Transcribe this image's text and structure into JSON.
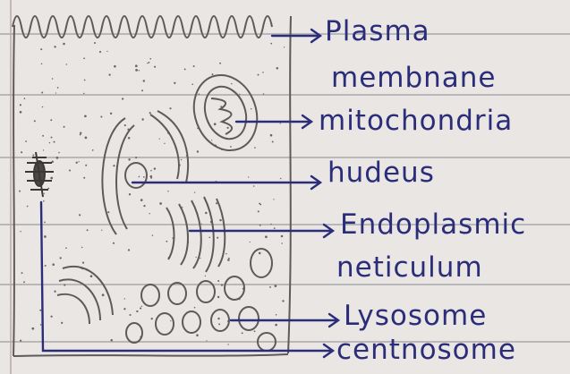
{
  "colors": {
    "paper": "#e9e6e3",
    "ruled_line": "#a7a8ad",
    "margin_line": "#b7a9ae",
    "pencil": "#5d5a58",
    "ink": "#2b2d7a"
  },
  "labels": {
    "plasma_membrane_line1": "Plasma",
    "plasma_membrane_line2": "membnane",
    "mitochondria": "mitochondria",
    "nucleus": "hudeus",
    "endoplasmic_reticulum_line1": "Endoplasmic",
    "endoplasmic_reticulum_line2": "neticulum",
    "lysosome": "Lysosome",
    "centrosome": "centnosome"
  }
}
